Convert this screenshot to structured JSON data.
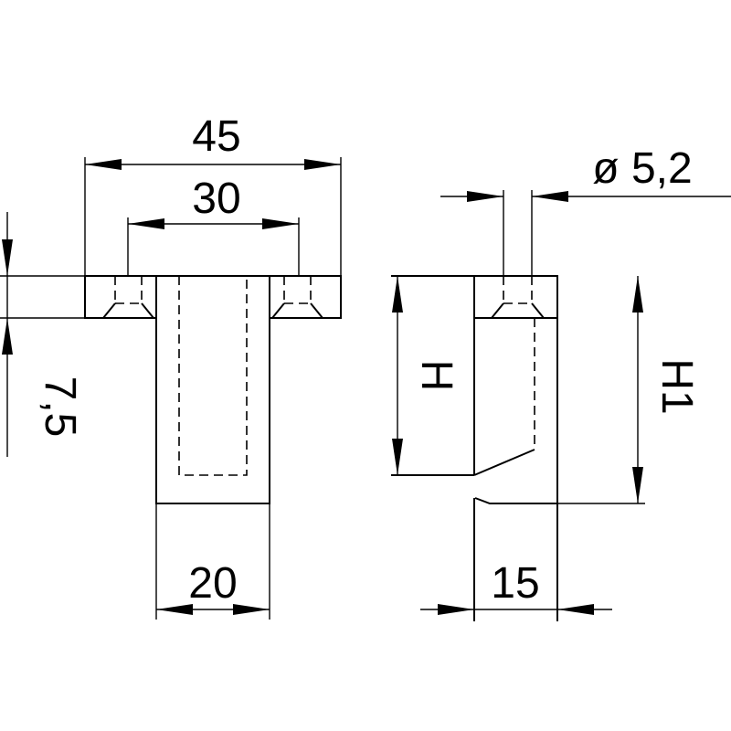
{
  "dimensions": {
    "width_total": "45",
    "hole_spacing": "30",
    "hole_diameter": "ø 5,2",
    "flange_thickness": "7,5",
    "stem_width": "20",
    "side_width": "15",
    "height_h": "H",
    "height_h1": "H1"
  },
  "colors": {
    "line": "#000000",
    "background": "#ffffff"
  }
}
